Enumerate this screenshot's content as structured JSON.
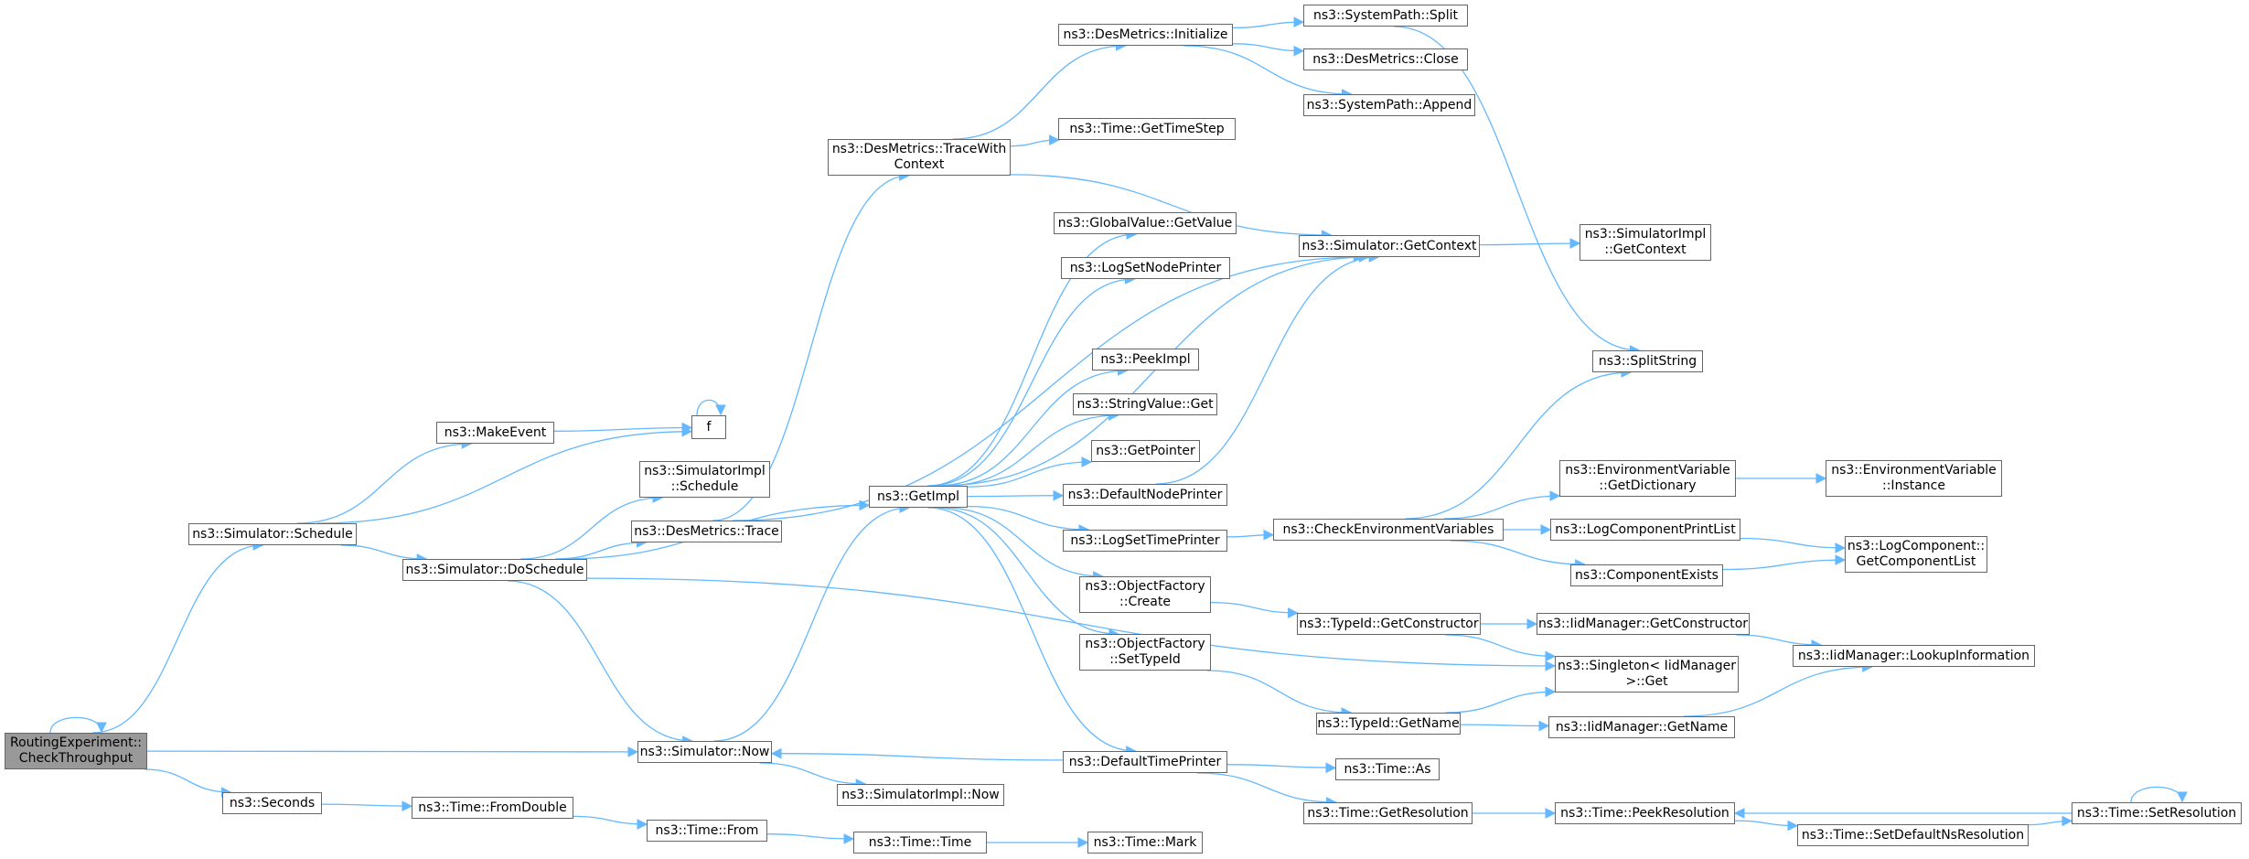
{
  "edge_color": "#63b8ff",
  "node_border_color": "#666666",
  "root_fill_color": "#999999",
  "nodes": [
    {
      "id": "n1",
      "label": "RoutingExperiment::\nCheckThroughput",
      "root": true
    },
    {
      "id": "n2",
      "label": "ns3::Simulator::Schedule"
    },
    {
      "id": "n3",
      "label": "ns3::MakeEvent"
    },
    {
      "id": "n4",
      "label": "f"
    },
    {
      "id": "n5",
      "label": "ns3::Simulator::DoSchedule"
    },
    {
      "id": "n6",
      "label": "ns3::SimulatorImpl\n::Schedule"
    },
    {
      "id": "n7",
      "label": "ns3::DesMetrics::Trace"
    },
    {
      "id": "n8",
      "label": "ns3::DesMetrics::TraceWith\nContext"
    },
    {
      "id": "n9",
      "label": "ns3::DesMetrics::Initialize"
    },
    {
      "id": "n10",
      "label": "ns3::SystemPath::Split"
    },
    {
      "id": "n11",
      "label": "ns3::DesMetrics::Close"
    },
    {
      "id": "n12",
      "label": "ns3::SystemPath::Append"
    },
    {
      "id": "n13",
      "label": "ns3::Time::GetTimeStep"
    },
    {
      "id": "n14",
      "label": "ns3::Simulator::GetContext"
    },
    {
      "id": "n15",
      "label": "ns3::SimulatorImpl\n::GetContext"
    },
    {
      "id": "n16",
      "label": "ns3::GlobalValue::GetValue"
    },
    {
      "id": "n17",
      "label": "ns3::LogSetNodePrinter"
    },
    {
      "id": "n18",
      "label": "ns3::PeekImpl"
    },
    {
      "id": "n19",
      "label": "ns3::StringValue::Get"
    },
    {
      "id": "n20",
      "label": "ns3::GetPointer"
    },
    {
      "id": "n21",
      "label": "ns3::GetImpl"
    },
    {
      "id": "n22",
      "label": "ns3::DefaultNodePrinter"
    },
    {
      "id": "n23",
      "label": "ns3::LogSetTimePrinter"
    },
    {
      "id": "n24",
      "label": "ns3::SplitString"
    },
    {
      "id": "n25",
      "label": "ns3::EnvironmentVariable\n::GetDictionary"
    },
    {
      "id": "n26",
      "label": "ns3::EnvironmentVariable\n::Instance"
    },
    {
      "id": "n27",
      "label": "ns3::CheckEnvironmentVariables"
    },
    {
      "id": "n28",
      "label": "ns3::LogComponentPrintList"
    },
    {
      "id": "n29",
      "label": "ns3::LogComponent::\nGetComponentList"
    },
    {
      "id": "n30",
      "label": "ns3::ComponentExists"
    },
    {
      "id": "n31",
      "label": "ns3::ObjectFactory\n::Create"
    },
    {
      "id": "n32",
      "label": "ns3::TypeId::GetConstructor"
    },
    {
      "id": "n33",
      "label": "ns3::IidManager::GetConstructor"
    },
    {
      "id": "n34",
      "label": "ns3::IidManager::LookupInformation"
    },
    {
      "id": "n35",
      "label": "ns3::ObjectFactory\n::SetTypeId"
    },
    {
      "id": "n36",
      "label": "ns3::Singleton< IidManager\n>::Get"
    },
    {
      "id": "n37",
      "label": "ns3::TypeId::GetName"
    },
    {
      "id": "n38",
      "label": "ns3::IidManager::GetName"
    },
    {
      "id": "n39",
      "label": "ns3::Simulator::Now"
    },
    {
      "id": "n40",
      "label": "ns3::DefaultTimePrinter"
    },
    {
      "id": "n41",
      "label": "ns3::SimulatorImpl::Now"
    },
    {
      "id": "n42",
      "label": "ns3::Time::As"
    },
    {
      "id": "n43",
      "label": "ns3::Seconds"
    },
    {
      "id": "n44",
      "label": "ns3::Time::FromDouble"
    },
    {
      "id": "n45",
      "label": "ns3::Time::From"
    },
    {
      "id": "n46",
      "label": "ns3::Time::Time"
    },
    {
      "id": "n47",
      "label": "ns3::Time::Mark"
    },
    {
      "id": "n48",
      "label": "ns3::Time::GetResolution"
    },
    {
      "id": "n49",
      "label": "ns3::Time::PeekResolution"
    },
    {
      "id": "n50",
      "label": "ns3::Time::SetDefaultNsResolution"
    },
    {
      "id": "n51",
      "label": "ns3::Time::SetResolution"
    }
  ],
  "edges": [
    [
      "n1",
      "n1"
    ],
    [
      "n1",
      "n2"
    ],
    [
      "n1",
      "n39"
    ],
    [
      "n1",
      "n43"
    ],
    [
      "n2",
      "n3"
    ],
    [
      "n2",
      "n4"
    ],
    [
      "n2",
      "n5"
    ],
    [
      "n3",
      "n4"
    ],
    [
      "n4",
      "n4"
    ],
    [
      "n5",
      "n6"
    ],
    [
      "n5",
      "n7"
    ],
    [
      "n5",
      "n21"
    ],
    [
      "n5",
      "n39"
    ],
    [
      "n5",
      "n36"
    ],
    [
      "n7",
      "n8"
    ],
    [
      "n7",
      "n14"
    ],
    [
      "n8",
      "n9"
    ],
    [
      "n8",
      "n13"
    ],
    [
      "n8",
      "n14"
    ],
    [
      "n9",
      "n10"
    ],
    [
      "n9",
      "n11"
    ],
    [
      "n9",
      "n12"
    ],
    [
      "n10",
      "n24"
    ],
    [
      "n14",
      "n15"
    ],
    [
      "n21",
      "n16"
    ],
    [
      "n21",
      "n17"
    ],
    [
      "n21",
      "n18"
    ],
    [
      "n21",
      "n19"
    ],
    [
      "n21",
      "n20"
    ],
    [
      "n21",
      "n22"
    ],
    [
      "n21",
      "n23"
    ],
    [
      "n21",
      "n31"
    ],
    [
      "n21",
      "n35"
    ],
    [
      "n21",
      "n40"
    ],
    [
      "n21",
      "n14"
    ],
    [
      "n22",
      "n14"
    ],
    [
      "n23",
      "n27"
    ],
    [
      "n27",
      "n24"
    ],
    [
      "n27",
      "n25"
    ],
    [
      "n27",
      "n28"
    ],
    [
      "n27",
      "n30"
    ],
    [
      "n25",
      "n26"
    ],
    [
      "n28",
      "n29"
    ],
    [
      "n30",
      "n29"
    ],
    [
      "n31",
      "n32"
    ],
    [
      "n32",
      "n33"
    ],
    [
      "n32",
      "n36"
    ],
    [
      "n33",
      "n34"
    ],
    [
      "n35",
      "n37"
    ],
    [
      "n37",
      "n36"
    ],
    [
      "n37",
      "n38"
    ],
    [
      "n38",
      "n34"
    ],
    [
      "n39",
      "n21"
    ],
    [
      "n39",
      "n41"
    ],
    [
      "n40",
      "n39"
    ],
    [
      "n40",
      "n42"
    ],
    [
      "n40",
      "n48"
    ],
    [
      "n43",
      "n44"
    ],
    [
      "n44",
      "n45"
    ],
    [
      "n45",
      "n46"
    ],
    [
      "n46",
      "n47"
    ],
    [
      "n48",
      "n49"
    ],
    [
      "n49",
      "n50"
    ],
    [
      "n50",
      "n51"
    ],
    [
      "n51",
      "n49"
    ],
    [
      "n51",
      "n51"
    ]
  ]
}
